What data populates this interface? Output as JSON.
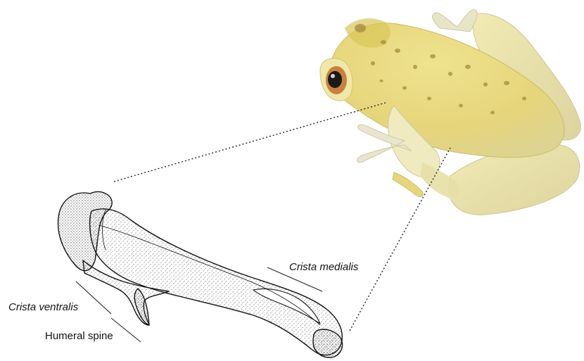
{
  "labels": {
    "crista_medialis": "Crista medialis",
    "crista_ventralis": "Crista ventralis",
    "humeral_spine": "Humeral spine"
  },
  "colors": {
    "frog_body": "#e9dc86",
    "frog_spots": "#a58b3a",
    "frog_eye_ring": "#c9823e",
    "bone_outline": "#111111",
    "callout_line": "#222222"
  }
}
